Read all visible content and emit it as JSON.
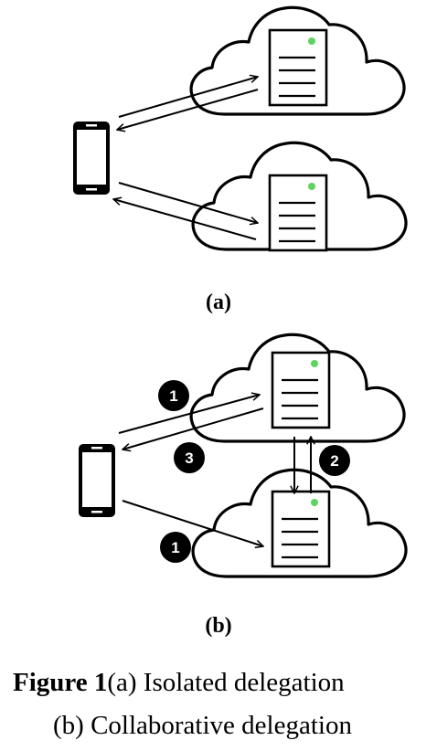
{
  "colors": {
    "stroke": "#000000",
    "server_led": "#5fd35f",
    "badge_fill": "#000000",
    "badge_text": "#ffffff"
  },
  "icons": {
    "device": "smartphone-icon",
    "cloud": "cloud-icon",
    "server": "server-icon",
    "badge": "step-badge-icon"
  },
  "panel_a": {
    "label": "(a)"
  },
  "panel_b": {
    "label": "(b)",
    "badges": {
      "step1_top": "1",
      "step3": "3",
      "step2": "2",
      "step1_bottom": "1"
    }
  },
  "caption": {
    "prefix": "Figure 1",
    "line1": "(a) Isolated delegation",
    "line2": "(b) Collaborative delegation"
  }
}
